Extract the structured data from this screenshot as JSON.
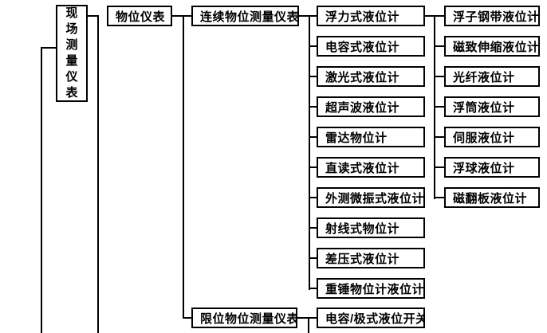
{
  "diagram": {
    "root": {
      "label": "现场测量仪表"
    },
    "level_category": {
      "label": "物位仪表"
    },
    "continuous_category": {
      "label": "连续物位测量仪表"
    },
    "limit_category": {
      "label": "限位物位测量仪表"
    },
    "continuous_types": [
      "浮力式液位计",
      "电容式液位计",
      "激光式液位计",
      "超声波液位计",
      "雷达物位计",
      "直读式液位计",
      "外测微振式液位计",
      "射线式物位计",
      "差压式液位计",
      "重锤物位计液位计"
    ],
    "limit_types": [
      "电容/极式液位开关"
    ],
    "buoyancy_types": [
      "浮子钢带液位计",
      "磁致伸缩液位计",
      "光纤液位计",
      "浮筒液位计",
      "伺服液位计",
      "浮球液位计",
      "磁翻板液位计"
    ],
    "colors": {
      "line": "#000000",
      "box_border": "#000000",
      "background": "#ffffff",
      "text": "#000000"
    }
  }
}
